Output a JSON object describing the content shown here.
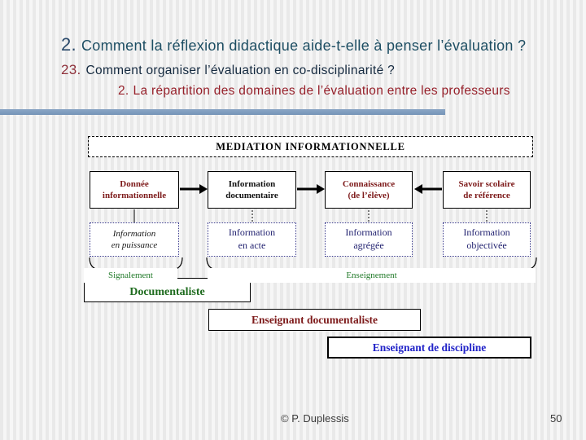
{
  "titles": {
    "line1": {
      "number": "2.",
      "text": "Comment la réflexion didactique aide-t-elle à penser l’évaluation ?"
    },
    "line2": {
      "number": "23.",
      "text": "Comment organiser l’évaluation en co-disciplinarité ?"
    },
    "line3": {
      "number": "2.",
      "text": "La répartition des domaines de l’évaluation entre les professeurs"
    }
  },
  "diagram": {
    "header": "MEDIATION INFORMATIONNELLE",
    "row1": [
      {
        "line1": "Donnée",
        "line2": "informationnelle",
        "text_color": "#7d1a1a"
      },
      {
        "line1": "Information",
        "line2": "documentaire",
        "text_color": "#111111"
      },
      {
        "line1": "Connaissance",
        "line2": "(de l’élève)",
        "text_color": "#7d1a1a"
      },
      {
        "line1": "Savoir scolaire",
        "line2": "de référence",
        "text_color": "#7d1a1a"
      }
    ],
    "row2": [
      {
        "line1": "Information",
        "line2": "en puissance",
        "text_color": "#1a1a1a"
      },
      {
        "line1": "Information",
        "line2": "en acte",
        "text_color": "#1f1f6e"
      },
      {
        "line1": "Information",
        "line2": "agrégée",
        "text_color": "#1f1f6e"
      },
      {
        "line1": "Information",
        "line2": "objectivée",
        "text_color": "#1f1f6e"
      }
    ],
    "brace_labels": {
      "left": "Signalement",
      "right": "Enseignement"
    },
    "role_boxes": {
      "documentaliste": "Documentaliste",
      "enseignant_documentaliste": "Enseignant documentaliste",
      "enseignant_discipline": "Enseignant de discipline"
    }
  },
  "footer": {
    "credit": "© P. Duplessis",
    "page_number": "50"
  },
  "colors": {
    "accent_bar": "#7f9dbf",
    "title1_number": "#2b4a6b",
    "title1_text": "#1d4e63",
    "title2_number": "#8f323c",
    "title2_text": "#14293f",
    "title3_text": "#96202a",
    "maroon_text": "#7d1a1a",
    "navy_text": "#1f1f6e",
    "green_text": "#217a29",
    "green_bold_text": "#1e6b1e",
    "blue_text": "#2123c8",
    "background_stripe_dark": "#e9e9e9",
    "background_stripe_light": "#f6f6f6"
  }
}
